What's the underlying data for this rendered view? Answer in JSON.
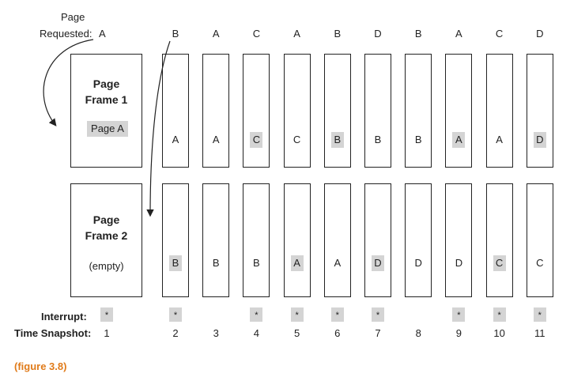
{
  "header": {
    "page_word": "Page",
    "requested_label": "Requested:",
    "first_request": "A"
  },
  "requests": [
    "B",
    "A",
    "C",
    "A",
    "B",
    "D",
    "B",
    "A",
    "C",
    "D"
  ],
  "big_frames": {
    "frame1": {
      "line1": "Page",
      "line2": "Frame 1",
      "content": "Page A"
    },
    "frame2": {
      "line1": "Page",
      "line2": "Frame 2",
      "content": "(empty)"
    }
  },
  "frame1_contents": [
    {
      "text": "A",
      "highlight": false
    },
    {
      "text": "A",
      "highlight": false
    },
    {
      "text": "C",
      "highlight": true
    },
    {
      "text": "C",
      "highlight": false
    },
    {
      "text": "B",
      "highlight": true
    },
    {
      "text": "B",
      "highlight": false
    },
    {
      "text": "B",
      "highlight": false
    },
    {
      "text": "A",
      "highlight": true
    },
    {
      "text": "A",
      "highlight": false
    },
    {
      "text": "D",
      "highlight": true
    }
  ],
  "frame2_contents": [
    {
      "text": "B",
      "highlight": true
    },
    {
      "text": "B",
      "highlight": false
    },
    {
      "text": "B",
      "highlight": false
    },
    {
      "text": "A",
      "highlight": true
    },
    {
      "text": "A",
      "highlight": false
    },
    {
      "text": "D",
      "highlight": true
    },
    {
      "text": "D",
      "highlight": false
    },
    {
      "text": "D",
      "highlight": false
    },
    {
      "text": "C",
      "highlight": true
    },
    {
      "text": "C",
      "highlight": false
    }
  ],
  "interrupt": {
    "label": "Interrupt:",
    "marks": [
      "*",
      "*",
      "",
      "*",
      "*",
      "*",
      "*",
      "",
      "*",
      "*",
      "*"
    ]
  },
  "time_snapshot": {
    "label": "Time Snapshot:",
    "values": [
      "1",
      "2",
      "3",
      "4",
      "5",
      "6",
      "7",
      "8",
      "9",
      "10",
      "11"
    ]
  },
  "caption": "(figure 3.8)",
  "colors": {
    "highlight": "#d4d4d4",
    "caption": "#e07b1a",
    "line": "#222222"
  }
}
